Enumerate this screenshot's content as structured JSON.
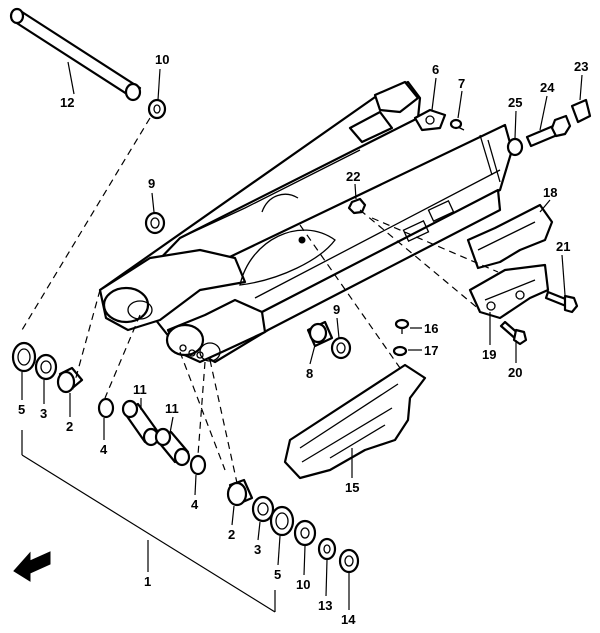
{
  "callouts": {
    "c1": "1",
    "c2a": "2",
    "c2b": "2",
    "c3a": "3",
    "c3b": "3",
    "c4a": "4",
    "c4b": "4",
    "c5a": "5",
    "c5b": "5",
    "c6": "6",
    "c7": "7",
    "c8": "8",
    "c9a": "9",
    "c9b": "9",
    "c10a": "10",
    "c10b": "10",
    "c11a": "11",
    "c11b": "11",
    "c12": "12",
    "c13": "13",
    "c14": "14",
    "c15": "15",
    "c16": "16",
    "c17": "17",
    "c18": "18",
    "c19": "19",
    "c20": "20",
    "c21": "21",
    "c22": "22",
    "c23": "23",
    "c24": "24",
    "c25": "25"
  },
  "colors": {
    "ink": "#000000",
    "paper": "#ffffff"
  },
  "icons": {
    "direction": "front-arrow-icon"
  }
}
